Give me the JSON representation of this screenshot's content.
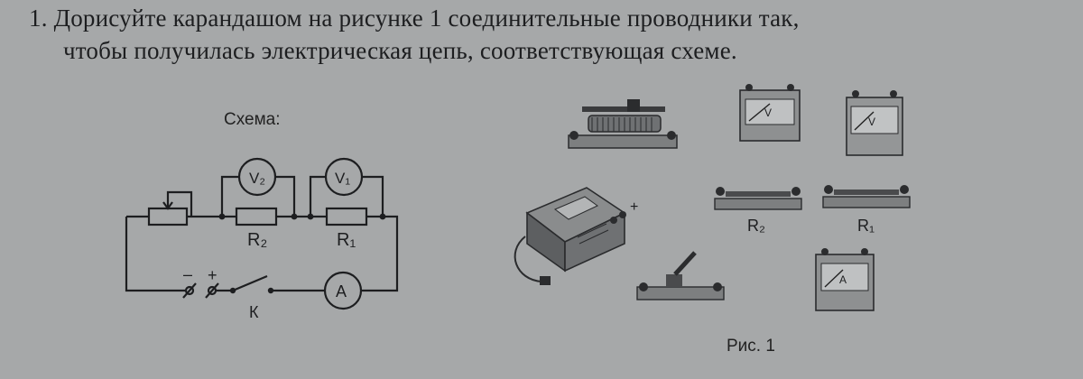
{
  "task": {
    "number": "1.",
    "line1": "Дорисуйте карандашом на рисунке 1 соединительные проводники так,",
    "line2": "чтобы получилась электрическая цепь, соответствующая схеме."
  },
  "scheme": {
    "title": "Схема:",
    "v2": "V₂",
    "v1": "V₁",
    "r2": "R₂",
    "r1": "R₁",
    "ammeter": "A",
    "switch": "К",
    "minus": "–",
    "plus": "+"
  },
  "figure": {
    "caption": "Рис. 1",
    "voltmeter_glyph": "V",
    "ammeter_glyph": "A",
    "r2_label": "R₂",
    "r1_label": "R₁",
    "source_plus": "+"
  }
}
